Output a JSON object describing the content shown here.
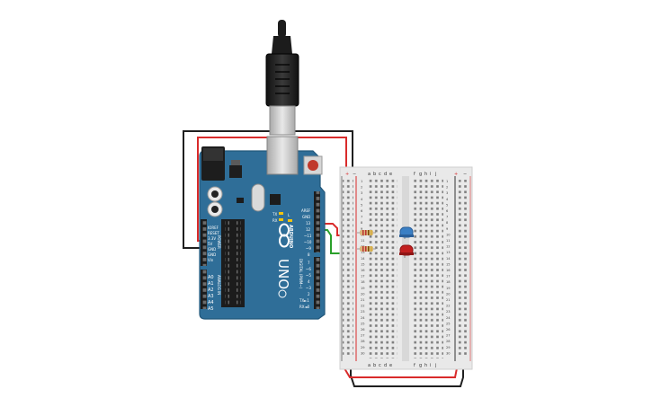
{
  "colors": {
    "board": "#2f6e98",
    "board_edge": "#22577a",
    "breadboard": "#e8e8e8",
    "wire_red": "#d92b2b",
    "wire_black": "#1f1f1f",
    "wire_green": "#2aa02a",
    "led_blue": "#3a7fc4",
    "led_red": "#c21f1f",
    "usb": "#1e1e1e"
  },
  "arduino": {
    "model": "UNO",
    "brand": "ARDUINO",
    "pin_aref": "AREF",
    "pin_gnd": "GND",
    "pin_13": "13",
    "pin_12": "12",
    "pin_11": "~11",
    "pin_10": "~10",
    "pin_9": "~9",
    "pin_8": "8",
    "pin_7": "7",
    "pin_6": "~6",
    "pin_5": "~5",
    "pin_4": "4",
    "pin_3": "~3",
    "pin_2": "2",
    "pin_tx": "TX►1",
    "pin_rx": "RX◄0",
    "digital_label": "DIGITAL (PWM~)",
    "power_label": "POWER",
    "analog_label": "ANALOG IN",
    "power_pins": [
      "IOREF",
      "RESET",
      "3.3V",
      "5V",
      "GND",
      "GND",
      "Vin"
    ],
    "analog_pins": [
      "A0",
      "A1",
      "A2",
      "A3",
      "A4",
      "A5"
    ],
    "tx_led": "TX",
    "rx_led": "RX",
    "l_led": "L",
    "on_led": "ON"
  },
  "breadboard": {
    "col_letters_left": [
      "a",
      "b",
      "c",
      "d",
      "e"
    ],
    "col_letters_right": [
      "f",
      "g",
      "h",
      "i",
      "j"
    ],
    "plus": "+",
    "minus": "−",
    "row_count": 30
  }
}
